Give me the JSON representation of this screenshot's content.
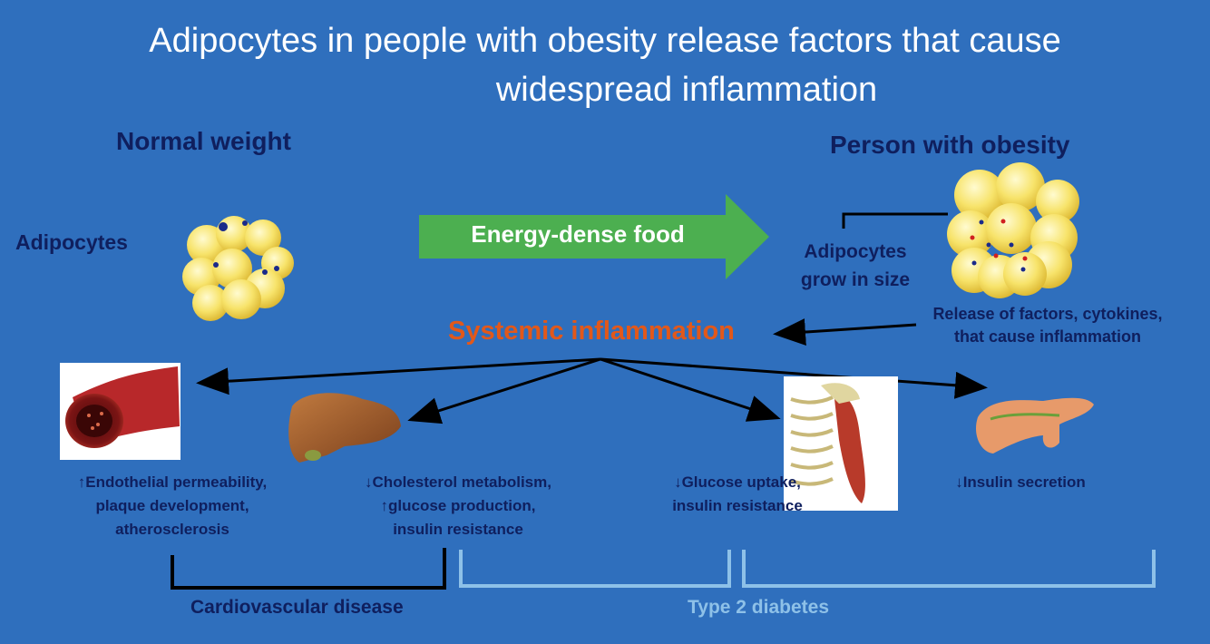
{
  "title": {
    "line1": "Adipocytes in people with obesity release factors  that cause",
    "line2": "widespread inflammation"
  },
  "left_panel": {
    "heading": "Normal weight",
    "adipocytes_label": "Adipocytes"
  },
  "right_panel": {
    "heading": "Person with obesity",
    "grow_line1": "Adipocytes",
    "grow_line2": "grow in size",
    "release_line1": "Release of factors, cytokines,",
    "release_line2": "that cause inflammation"
  },
  "transition_arrow": {
    "label": "Energy-dense food",
    "color": "#4caf50"
  },
  "center": {
    "label": "Systemic inflammation",
    "color": "#e2581a"
  },
  "effects": [
    {
      "organ": "blood-vessel",
      "lines": [
        "↑Endothelial permeability,",
        "plaque development,",
        "atherosclerosis"
      ]
    },
    {
      "organ": "liver",
      "lines": [
        "↓Cholesterol metabolism,",
        "↑glucose production,",
        "insulin resistance"
      ]
    },
    {
      "organ": "skeletal-muscle",
      "lines": [
        "↓Glucose uptake,",
        "insulin resistance"
      ]
    },
    {
      "organ": "pancreas",
      "lines": [
        "↓Insulin secretion"
      ]
    }
  ],
  "groups": {
    "cardiovascular": "Cardiovascular disease",
    "diabetes": "Type 2 diabetes"
  },
  "colors": {
    "background": "#2f6fbd",
    "dark_text": "#0f1f5e",
    "diabetes_bracket": "#8ec1e8",
    "fat_cell": "#f5dc5a"
  }
}
